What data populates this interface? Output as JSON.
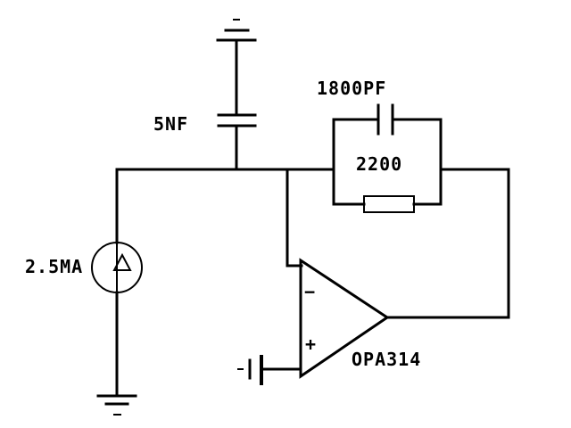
{
  "components": {
    "input_capacitor": "5NF",
    "feedback_capacitor": "1800PF",
    "feedback_resistor": "2200",
    "current_source": "2.5MA",
    "op_amp": "OPA314"
  },
  "symbols": {
    "minus": "−",
    "plus": "+"
  }
}
